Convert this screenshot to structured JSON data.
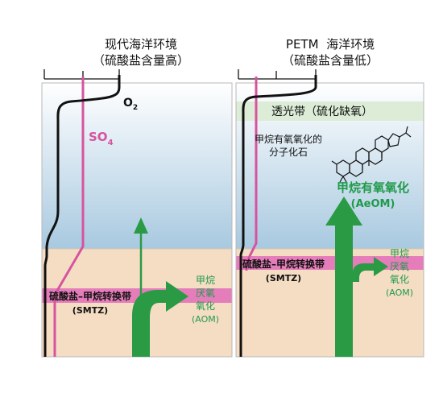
{
  "left_panel": {
    "title_line1": "现代海洋环境",
    "title_line2": "（硫酸盐含量高）",
    "o2_label": "O",
    "o2_subscript": "2",
    "so4_label": "SO",
    "so4_subscript": "4",
    "smtz_line1": "硫酸盐–甲烷转换带",
    "smtz_line2": "(SMTZ)",
    "aom_line1": "甲烷",
    "aom_line2": "厌氧",
    "aom_line3": "氧化",
    "aom_line4": "(AOM)"
  },
  "right_panel": {
    "title_line1": "PETM  海洋环境",
    "title_line2": "（硫酸盐含量低）",
    "photic_zone": "透光带（硫化缺氧）",
    "fossil_line1": "甲烷有氧氧化的",
    "fossil_line2": "分子化石",
    "aeom_line1": "甲烷有氧氧化",
    "aeom_line2": "(AeOM)",
    "smtz_line1": "硫酸盐–甲烷转换带",
    "smtz_line2": "(SMTZ)",
    "aom_line1": "甲烷",
    "aom_line2": "厌氧",
    "aom_line3": "氧化",
    "aom_line4": "(AOM)"
  },
  "colors": {
    "water_top": "#ffffff",
    "water_bottom": "#a8c9e0",
    "sediment": "#f5ddc4",
    "smtz_band": "#e67dbb",
    "so4_line": "#d6549f",
    "o2_line": "#111111",
    "arrow_green": "#2a9a45",
    "label_green": "#1f9a4a",
    "photic_band": "#dcecd6"
  }
}
